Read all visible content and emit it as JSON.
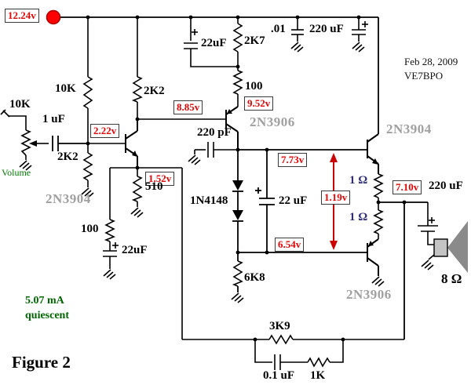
{
  "figure": {
    "label": "Figure 2"
  },
  "meta": {
    "date": "Feb 28, 2009",
    "author": "VE7BPO"
  },
  "notes": {
    "volume": "Volume",
    "quiescent_value": "5.07 mA",
    "quiescent_word": "quiescent"
  },
  "voltages": {
    "supply": "12.24v",
    "q1_base": "2.22v",
    "q1_collector": "8.85v",
    "q2_emitter": "9.52v",
    "q1_emitter": "1.52v",
    "bias_top": "7.73v",
    "bias_delta": "1.19v",
    "bias_bottom": "6.54v",
    "output": "7.10v"
  },
  "transistors": {
    "q1": "2N3904",
    "q2": "2N3906",
    "q3": "2N3904",
    "q4": "2N3906"
  },
  "components": {
    "volume_pot_value": "10K",
    "input_coupling_cap": "1 uF",
    "bias_upper": "10K",
    "bias_lower": "2K2",
    "q1_collector_load": "2K2",
    "vas_bypass_cap": "22uF",
    "vas_load_upper": "2K7",
    "vas_emitter_res": "100",
    "rail_cap_small": ".01",
    "rail_cap_large": "220 uF",
    "q1_emitter_res": "510",
    "comp_cap": "220 pF",
    "bias_diodes": "1N4148",
    "bias_cap": "22 uF",
    "bias_pulldown": "6K8",
    "emitter_res_upper": "1 Ω",
    "emitter_res_lower": "1 Ω",
    "output_cap": "220 uF",
    "speaker_impedance": "8 Ω",
    "q1_decouple_res": "100",
    "q1_decouple_cap": "22uF",
    "fb_resistor": "3K9",
    "fb_cap": "0.1 uF",
    "fb_gain_res": "1K"
  },
  "colors": {
    "wire": "#000000",
    "voltage_text": "#e20505",
    "supply_dot": "#ff0000",
    "probe_arrow": "#cc0000",
    "transistor_label": "#a0a0a0",
    "note_green": "#006600",
    "speaker_cone": "#8a8a8a"
  }
}
